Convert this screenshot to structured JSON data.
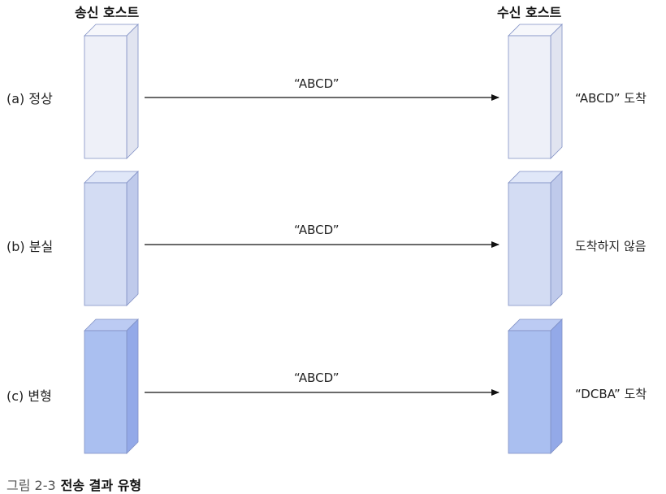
{
  "headers": {
    "sender": "송신 호스트",
    "receiver": "수신 호스트"
  },
  "rows": [
    {
      "label": "(a) 정상",
      "message": "“ABCD”",
      "result": "“ABCD” 도착",
      "colors": {
        "front": "#eef0f8",
        "side": "#e1e4f0",
        "top": "#f6f7fb"
      }
    },
    {
      "label": "(b) 분실",
      "message": "“ABCD”",
      "result": "도착하지 않음",
      "colors": {
        "front": "#d3dcf3",
        "side": "#bfcaeb",
        "top": "#e0e7f8"
      }
    },
    {
      "label": "(c) 변형",
      "message": "“ABCD”",
      "result": "“DCBA” 도착",
      "colors": {
        "front": "#aabff0",
        "side": "#93a9e8",
        "top": "#bccbf3"
      }
    }
  ],
  "caption": {
    "number": "그림 2-3",
    "title": "전송 결과 유형"
  }
}
